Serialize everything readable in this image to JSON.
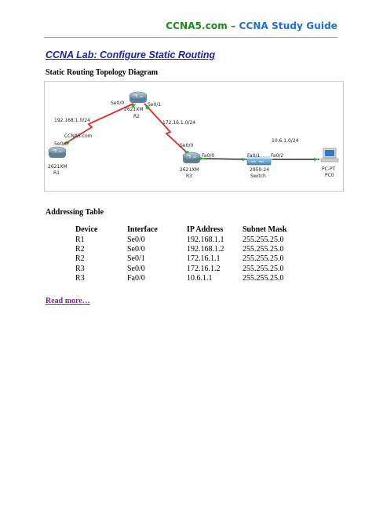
{
  "header": {
    "site": "CCNA5.com",
    "dash": " – ",
    "guide": "CCNA Study Guide"
  },
  "doc": {
    "title": "CCNA Lab: Configure Static Routing",
    "topology_heading": "Static Routing Topology Diagram",
    "addressing_heading": "Addressing Table",
    "read_more": "Read more…"
  },
  "topology": {
    "routers": {
      "r1": {
        "model": "2621XM",
        "name": "R1",
        "iface": "Se0/0"
      },
      "r2": {
        "model": "2621XM",
        "name": "R2",
        "iface_left": "Se0/0",
        "iface_right": "Se0/1"
      },
      "r3": {
        "model": "2621XM",
        "name": "R3",
        "iface_serial": "Se0/0",
        "iface_fa": "Fa0/0"
      }
    },
    "switch": {
      "model": "2950-24",
      "name": "Switch",
      "port_left": "Fa0/1",
      "port_right": "Fa0/2"
    },
    "pc": {
      "model": "PC-PT",
      "name": "PC0"
    },
    "networks": {
      "net1": "192.168.1.0/24",
      "net2": "172.16.1.0/24",
      "net3": "10.6.1.0/24"
    },
    "watermark": "CCNA5.com",
    "colors": {
      "serial_link": "#e02a2a",
      "ethernet_link": "#000000",
      "port_up": "#23b323",
      "router_body": "#7d9cb3"
    }
  },
  "addressing_table": {
    "headers": [
      "Device",
      "Interface",
      "IP Address",
      "Subnet Mask"
    ],
    "rows": [
      [
        "R1",
        "Se0/0",
        "192.168.1.1",
        "255.255.25.0"
      ],
      [
        "R2",
        "Se0/0",
        "192.168.1.2",
        "255.255.25.0"
      ],
      [
        "R2",
        "Se0/1",
        "172.16.1.1",
        "255.255.25.0"
      ],
      [
        "R3",
        "Se0/0",
        "172.16.1.2",
        "255.255.25.0"
      ],
      [
        "R3",
        "Fa0/0",
        "10.6.1.1",
        "255.255.25.0"
      ]
    ]
  }
}
